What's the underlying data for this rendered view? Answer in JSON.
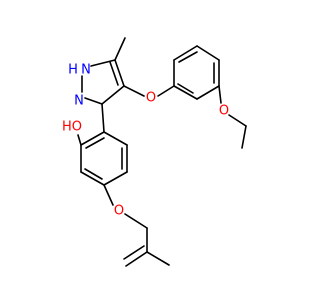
{
  "molecule": {
    "atom_labels": {
      "n1h": "H",
      "n1": "N",
      "n2": "N",
      "o_pyrazole_ether": "O",
      "o_ethoxy": "O",
      "o_hydroxyl": "O",
      "hydroxyl_h": "HO",
      "o_allyl_ether": "O"
    }
  },
  "colors": {
    "bond": "#000000",
    "nitrogen": "#0000ff",
    "oxygen": "#ff0000"
  }
}
